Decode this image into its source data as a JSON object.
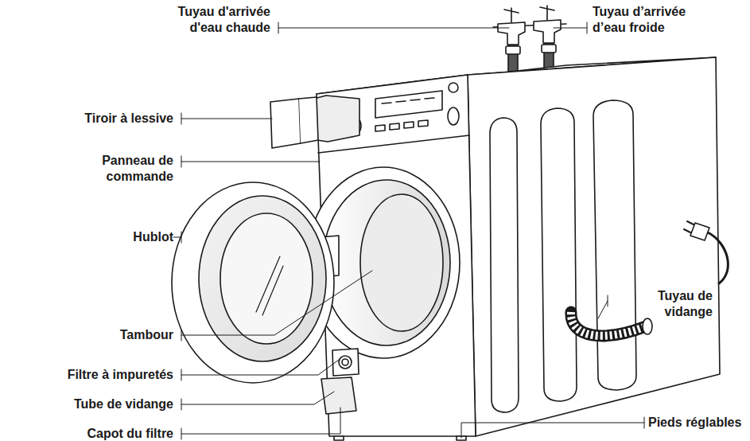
{
  "diagram": {
    "labels": [
      "Tuyau d'arrivée d'eau chaude",
      "Tuyau d’arrivée d’eau froide",
      "Tiroir à lessive",
      "Panneau de commande",
      "Hublot",
      "Tuyau de vidange",
      "Tambour",
      "Filtre à impuretés",
      "Tube de vidange",
      "Capot du filtre",
      "Pieds réglables"
    ]
  }
}
